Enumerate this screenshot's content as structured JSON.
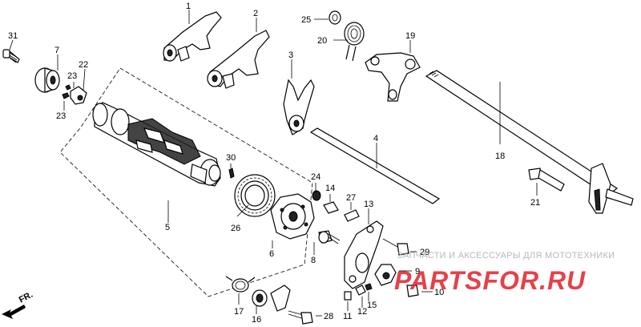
{
  "diagram": {
    "callouts": [
      "1",
      "2",
      "3",
      "4",
      "5",
      "6",
      "7",
      "8",
      "9",
      "10",
      "11",
      "12",
      "13",
      "14",
      "15",
      "16",
      "17",
      "18",
      "19",
      "20",
      "21",
      "22",
      "23",
      "24",
      "25",
      "26",
      "27",
      "28",
      "29",
      "30",
      "31"
    ],
    "second_callouts": {
      "23": "23"
    },
    "direction_label": "FR."
  },
  "watermark": {
    "tagline": "ЗАПЧАСТИ И АКСЕССУАРЫ ДЛЯ МОТОТЕХНИКИ",
    "logo": "PARTSFOR.RU",
    "accent_color": "#e0202a"
  }
}
